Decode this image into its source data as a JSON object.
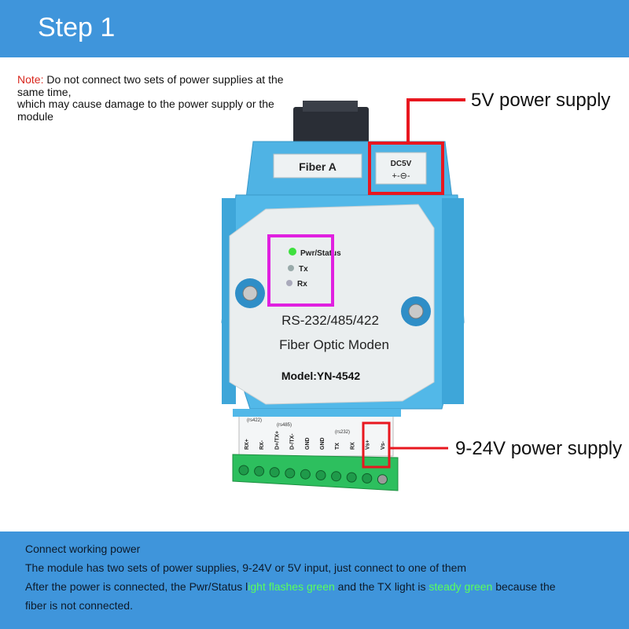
{
  "header": {
    "title": "Step 1"
  },
  "note": {
    "label": "Note:",
    "line1": " Do not connect two sets of power supplies at the same time,",
    "line2": "which may cause damage to the power supply or the module"
  },
  "callouts": {
    "power_5v": "5V power supply",
    "power_9_24v": "9-24V power supply"
  },
  "device": {
    "fiber_label": "Fiber A",
    "dc_label": "DC5V",
    "dc_symbol": "+-⊖-",
    "led_pwr": "Pwr/Status",
    "led_tx": "Tx",
    "led_rx": "Rx",
    "line1": "RS-232/485/422",
    "line2": "Fiber Optic Moden",
    "model": "Model:YN-4542",
    "group_rs422": "(rs422)",
    "group_rs485": "(rs485)",
    "group_rs232": "(rs232)",
    "terminals": [
      "RX+",
      "RX-",
      "D+/TX+",
      "D-/TX-",
      "GND",
      "GND",
      "TX",
      "RX",
      "Vs+",
      "Vs-"
    ]
  },
  "footer": {
    "line1": "Connect working power",
    "line2": "The module has two sets of power supplies, 9-24V or 5V input, just connect to one of them",
    "line3a": "After the power is connected, the Pwr/Status l",
    "line3b": "ight flashes green",
    "line3c": " and the TX light is ",
    "line3d": "steady green",
    "line3e": " because the",
    "line4": "fiber is not connected."
  },
  "colors": {
    "accent": "#3f95db",
    "highlight_box": "#e8171f",
    "led_box": "#e020e0",
    "device_body": "#52b8e8"
  }
}
